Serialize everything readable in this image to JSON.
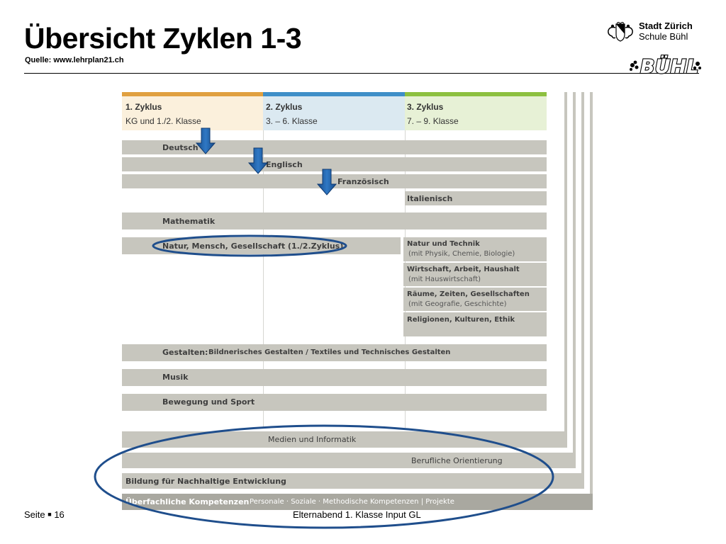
{
  "header": {
    "title": "Übersicht Zyklen 1-3",
    "subtitle": "Quelle: www.lehrplan21.ch",
    "logo_city": "Stadt Zürich",
    "logo_school": "Schule Bühl",
    "logo_art_text": "BÜHL"
  },
  "colors": {
    "cycle1": "#e0a040",
    "cycle2": "#3f8fc8",
    "cycle3": "#8dc040",
    "cycle1_bg": "#fbf0dc",
    "cycle2_bg": "#dbe9f1",
    "cycle3_bg": "#e7f1d6",
    "arrow": "#1f5fa8",
    "ellipse": "#1f4e8c",
    "bar": "#c7c6be"
  },
  "cycles": [
    {
      "name": "1. Zyklus",
      "grades": "KG und 1./2. Klasse"
    },
    {
      "name": "2. Zyklus",
      "grades": "3. – 6. Klasse"
    },
    {
      "name": "3. Zyklus",
      "grades": "7. – 9. Klasse"
    }
  ],
  "subjects": {
    "deutsch": "Deutsch",
    "englisch": "Englisch",
    "franzoesisch": "Französisch",
    "italienisch": "Italienisch",
    "mathematik": "Mathematik",
    "nmg": "Natur, Mensch, Gesellschaft (1./2.Zyklus)",
    "nt": "Natur und Technik",
    "nt_sub": "(mit Physik, Chemie, Biologie)",
    "wah": "Wirtschaft, Arbeit, Haushalt",
    "wah_sub": "(mit Hauswirtschaft)",
    "rzg": "Räume, Zeiten, Gesellschaften",
    "rzg_sub": "(mit Geografie, Geschichte)",
    "erg": "Religionen, Kulturen, Ethik",
    "gestalten": "Gestalten:",
    "gestalten_rest": "Bildnerisches Gestalten / Textiles und Technisches Gestalten",
    "musik": "Musik",
    "sport": "Bewegung und Sport"
  },
  "modules": {
    "medien": "Medien und Informatik",
    "beruf": "Berufliche Orientierung",
    "bne": "Bildung für Nachhaltige Entwicklung",
    "ueberfachlich": "Überfachliche Kompetenzen",
    "ueberfachlich_rest": "Personale · Soziale · Methodische Kompetenzen | Projekte"
  },
  "footer": {
    "page_label": "Seite",
    "page_number": "16",
    "center_text": "Elternabend 1. Klasse Input GL"
  }
}
